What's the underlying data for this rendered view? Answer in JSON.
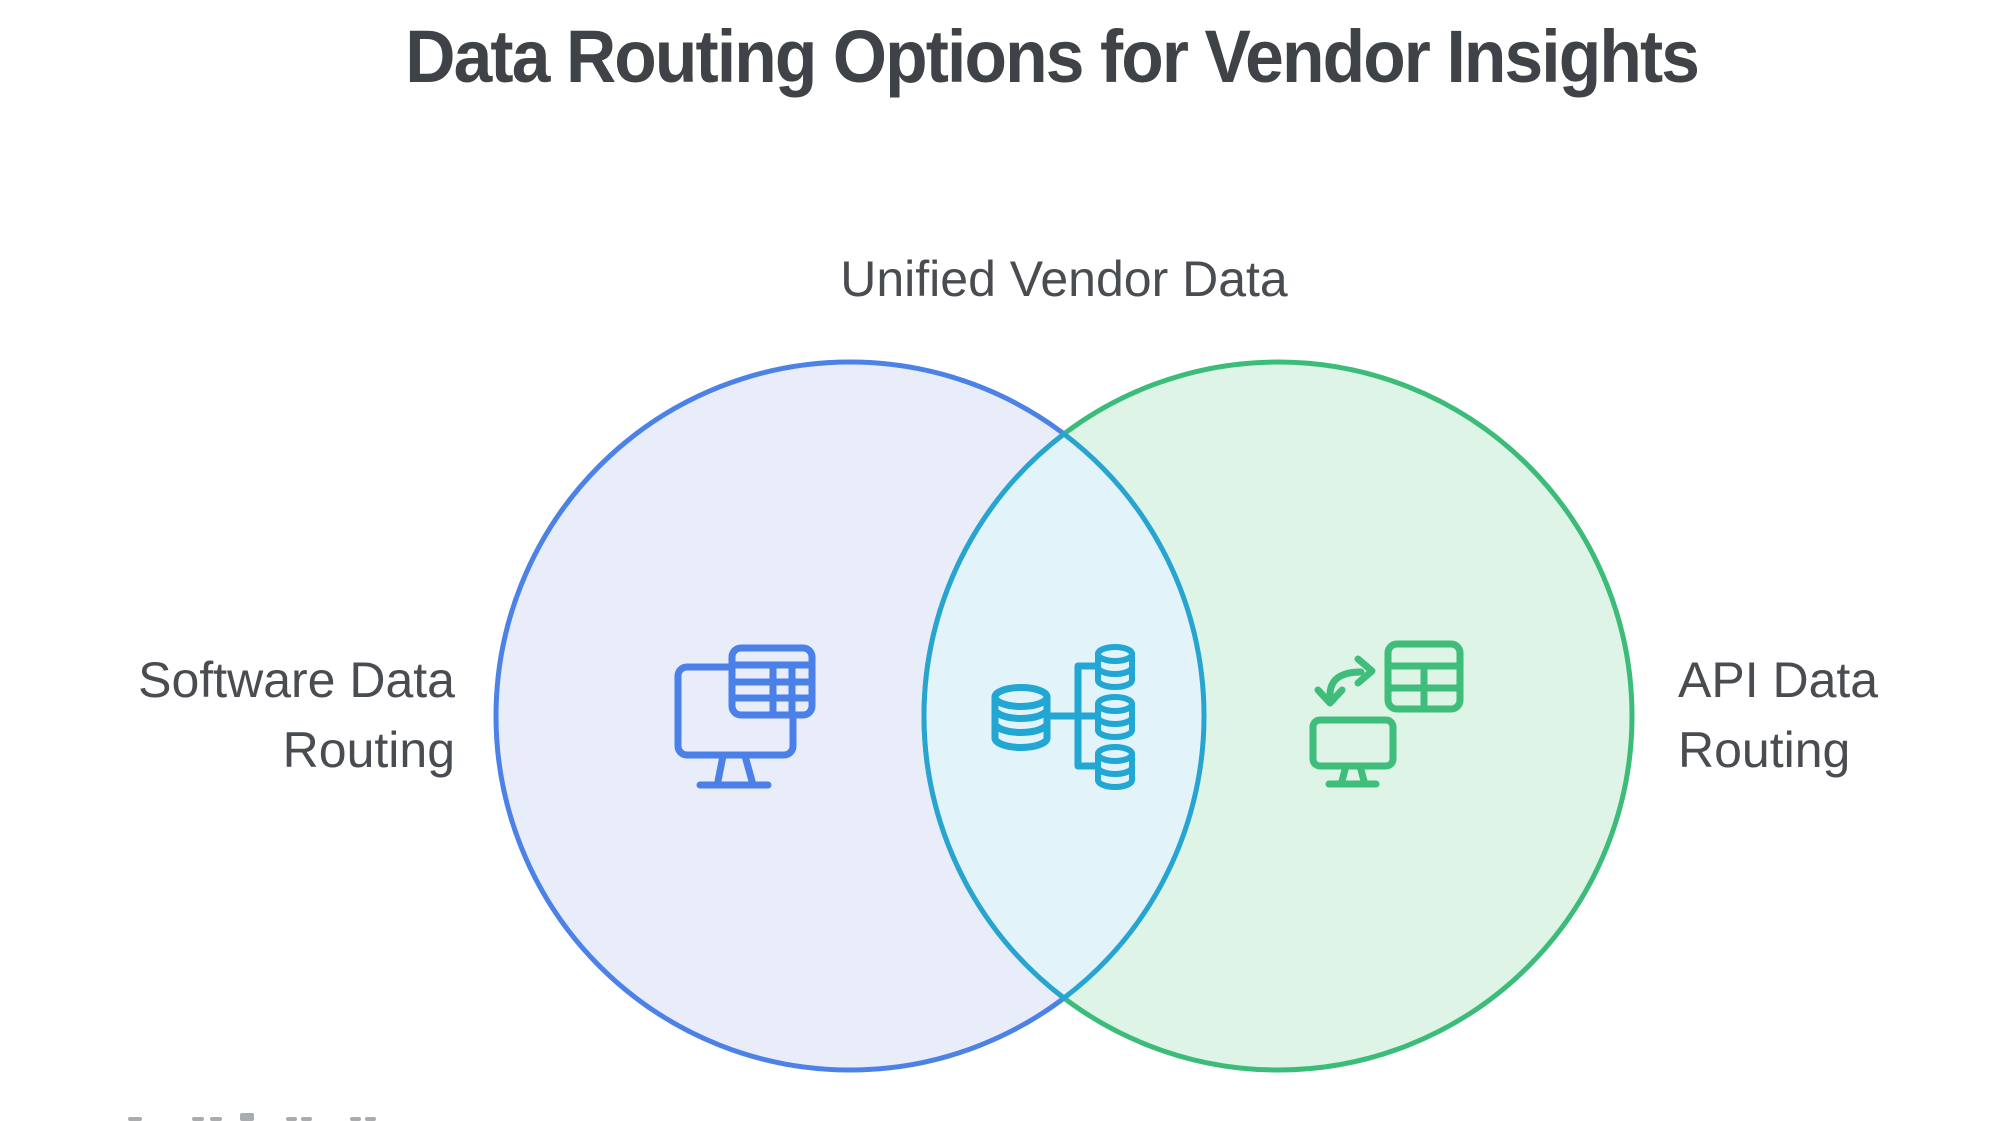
{
  "title": "Data Routing Options for Vendor Insights",
  "diagram": {
    "type": "venn",
    "overlap_label": "Unified Vendor Data",
    "left": {
      "label": "Software Data Routing",
      "label_lines": [
        "Software Data",
        "Routing"
      ],
      "icon": "monitor-with-table-icon"
    },
    "right": {
      "label": "API Data Routing",
      "label_lines": [
        "API Data",
        "Routing"
      ],
      "icon": "sync-table-monitor-icon"
    },
    "overlap": {
      "icon": "database-distribution-icon"
    }
  },
  "colors": {
    "background": "#ffffff",
    "title_text": "#3f4246",
    "label_text": "#494c50",
    "left_stroke": "#4c82e8",
    "left_fill": "#e9edfa",
    "right_stroke": "#3cbc79",
    "right_fill": "#ddf4e6",
    "overlap_stroke": "#27a5d0",
    "overlap_fill": "#e2f3fa",
    "left_icon": "#4a80e8",
    "right_icon": "#3ebd7b",
    "overlap_icon": "#22a6d3",
    "watermark": "#8d9196"
  }
}
